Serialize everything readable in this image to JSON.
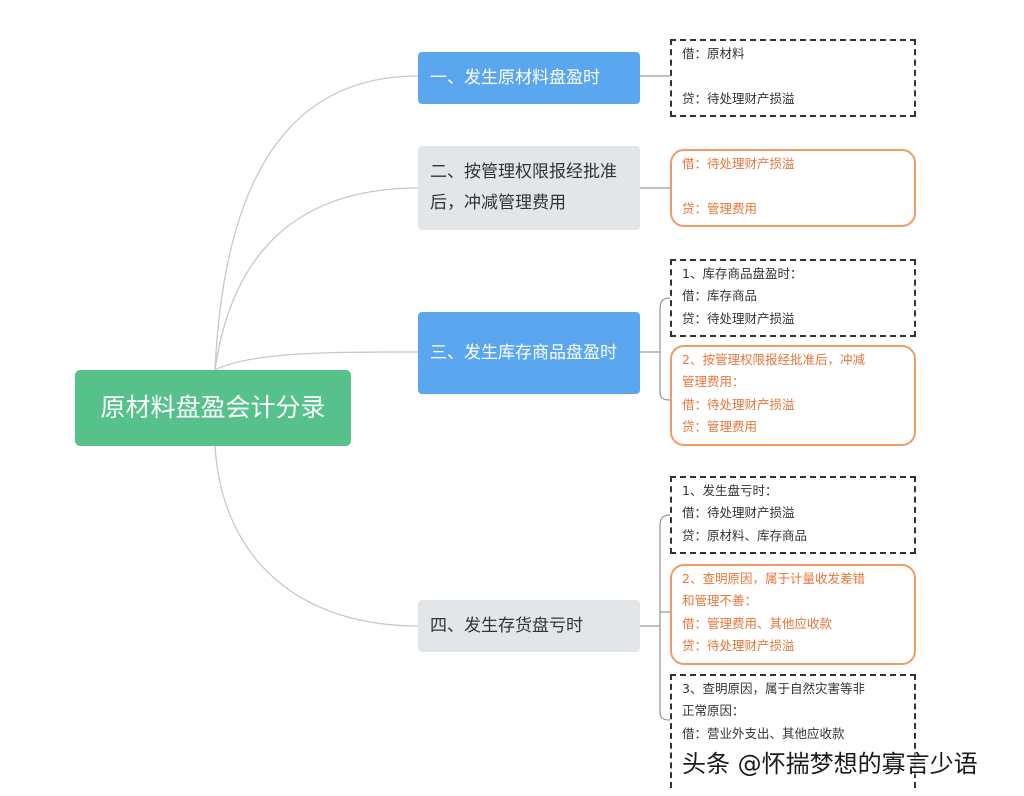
{
  "root": {
    "label": "原材料盘盈会计分录"
  },
  "branches": [
    {
      "label": "一、发生原材料盘盈时"
    },
    {
      "label": "二、按管理权限报经批准后，冲减管理费用"
    },
    {
      "label": "三、发生库存商品盘盈时"
    },
    {
      "label": "四、发生存货盘亏时"
    }
  ],
  "notes": {
    "b1": {
      "lines": [
        "借：原材料",
        "贷：待处理财产损溢"
      ]
    },
    "b2": {
      "lines": [
        "借：待处理财产损溢",
        "贷：管理费用"
      ]
    },
    "b3a": {
      "lines": [
        "1、库存商品盘盈时：",
        "借：库存商品",
        "贷：待处理财产损溢"
      ]
    },
    "b3b": {
      "lines": [
        "2、按管理权限报经批准后，冲减",
        "管理费用：",
        "借：待处理财产损溢",
        "贷：管理费用"
      ]
    },
    "b4a": {
      "lines": [
        "1、发生盘亏时：",
        "借：待处理财产损溢",
        "贷：原材料、库存商品"
      ]
    },
    "b4b": {
      "lines": [
        "2、查明原因，属于计量收发差错",
        "和管理不善：",
        "借：管理费用、其他应收款",
        "贷：待处理财产损溢"
      ]
    },
    "b4c": {
      "lines": [
        "3、查明原因，属于自然灾害等非",
        "正常原因：",
        "借：营业外支出、其他应收款"
      ]
    }
  },
  "colors": {
    "root": "#57c18c",
    "primary_branch": "#5aa7f0",
    "secondary_branch": "#e3e6e9",
    "orange_note": "#ef9b68",
    "connector": "#c8c8c8"
  },
  "watermark": "头条 @怀揣梦想的寡言少语"
}
